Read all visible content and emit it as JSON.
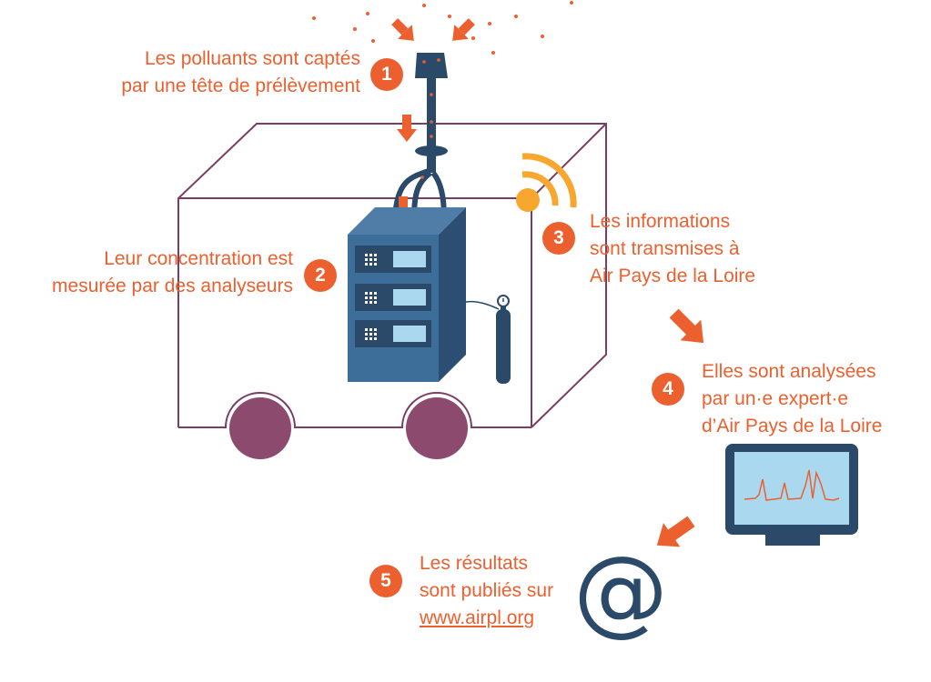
{
  "colors": {
    "accent": "#ec6030",
    "navy": "#2b4a69",
    "truck_outline": "#7a3d63",
    "wheel": "#8b4a6e",
    "wifi": "#f7a730",
    "cabinet_front": "#3d6e99",
    "cabinet_side": "#2b4e72",
    "screen": "#a9d8ef"
  },
  "steps": [
    {
      "number": "1",
      "lines": [
        "Les polluants sont captés",
        "par une tête de prélèvement"
      ]
    },
    {
      "number": "2",
      "lines": [
        "Leur concentration est",
        "mesurée par des analyseurs"
      ]
    },
    {
      "number": "3",
      "lines": [
        "Les informations",
        "sont transmises à",
        "Air Pays de la Loire"
      ]
    },
    {
      "number": "4",
      "lines": [
        "Elles sont analysées",
        "par un·e expert·e",
        "d’Air Pays de la Loire"
      ]
    },
    {
      "number": "5",
      "lines": [
        "Les résultats",
        "sont publiés sur"
      ],
      "link": "www.airpl.org"
    }
  ],
  "icons": {
    "sampling_head": "sampling-head-icon",
    "analyzer": "analyzer-cabinet-icon",
    "gas_cylinder": "gas-cylinder-icon",
    "signal": "wifi-signal-icon",
    "monitor": "monitor-chart-icon",
    "at": "at-sign-icon",
    "at_glyph": "@"
  }
}
